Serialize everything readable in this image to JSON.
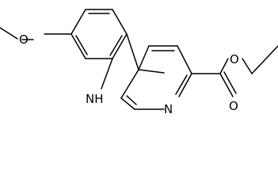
{
  "molecule": {
    "atoms": {
      "oxygen_methoxy": "O",
      "nitrogen_indole": "NH",
      "nitrogen_pyridine": "N",
      "oxygen_ester_single": "O",
      "oxygen_ester_carbonyl": "O"
    },
    "colors": {
      "bond": "#000000",
      "label": "#000000",
      "background": "#ffffff"
    }
  }
}
